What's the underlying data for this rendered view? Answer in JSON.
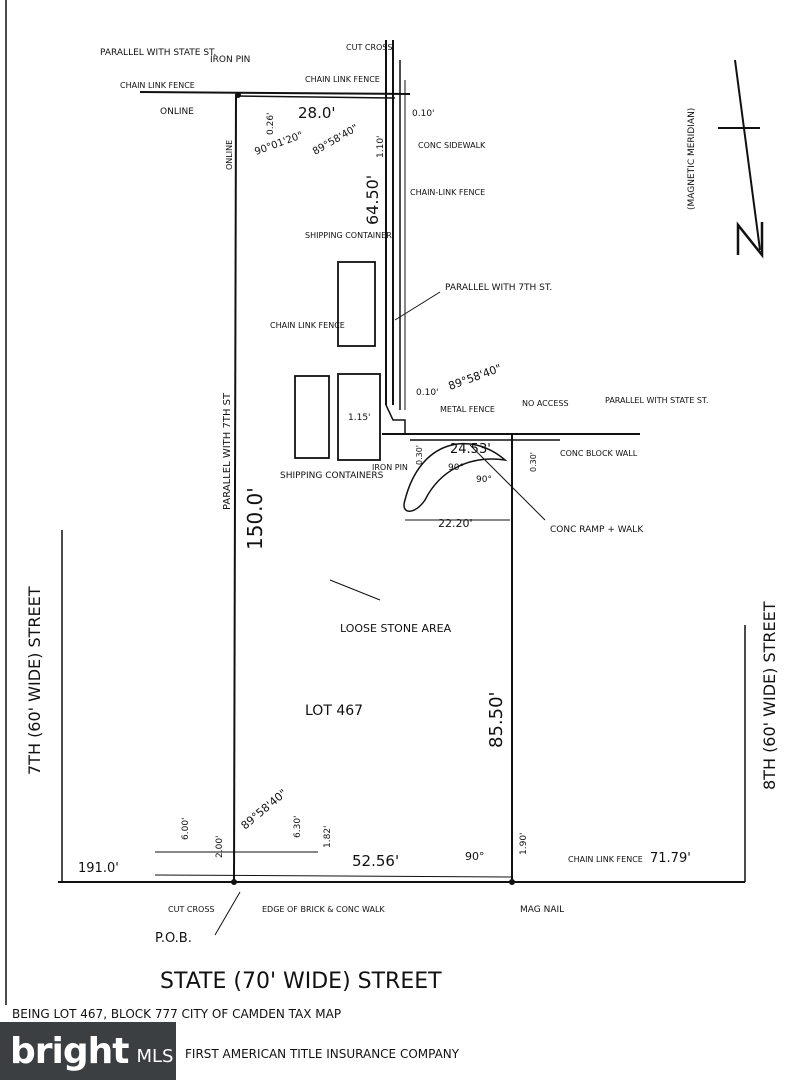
{
  "labels": {
    "parallel_state_top": "PARALLEL WITH STATE ST.",
    "chain_link_fence_top_left": "CHAIN LINK FENCE",
    "iron_pin_top": "IRON PIN",
    "cut_cross_top": "CUT CROSS",
    "chain_link_fence_top_mid": "CHAIN LINK FENCE",
    "online_left": "ONLINE",
    "online_vertical": "ONLINE",
    "dim_0_26": "0.26'",
    "dim_28_0": "28.0'",
    "angle_90_01_20": "90°01'20\"",
    "angle_89_58_40_top": "89°58'40\"",
    "dim_1_10": "1.10'",
    "dim_0_10_top": "0.10'",
    "conc_sidewalk": "CONC SIDEWALK",
    "dim_64_50": "64.50'",
    "chain_link_fence_right": "CHAIN-LINK FENCE",
    "magnetic_meridian": "(MAGNETIC MERIDIAN)",
    "north_symbol": "N",
    "shipping_container_top": "SHIPPING CONTAINER",
    "parallel_with_7th": "PARALLEL WITH 7TH ST.",
    "chain_link_fence_left": "CHAIN LINK FENCE",
    "parallel_with_7th_vertical": "PARALLEL WITH 7TH ST",
    "dim_0_10_mid": "0.10'",
    "angle_89_58_40_mid": "89°58'40\"",
    "dim_1_15": "1.15'",
    "metal_fence": "METAL FENCE",
    "no_access": "NO ACCESS",
    "parallel_with_state_right": "PARALLEL WITH STATE ST.",
    "dim_0_30_left": "0.30'",
    "dim_24_53": "24.53'",
    "dim_0_30_right": "0.30'",
    "conc_block_wall": "CONC BLOCK WALL",
    "angle_90_a": "90°",
    "angle_90_b": "90°",
    "iron_pin_mid": "IRON PIN",
    "shipping_containers": "SHIPPING CONTAINERS",
    "dim_22_20": "22.20'",
    "conc_ramp_walk": "CONC RAMP + WALK",
    "dim_150_0": "150.0'",
    "loose_stone_area": "LOOSE STONE AREA",
    "lot_467": "LOT 467",
    "dim_85_50": "85.50'",
    "street_7th": "7TH (60' WIDE) STREET",
    "street_8th": "8TH (60' WIDE) STREET",
    "dim_6_00": "6.00'",
    "dim_2_00": "2.00'",
    "angle_89_58_40_bottom": "89°58'40\"",
    "dim_6_30": "6.30'",
    "dim_1_82": "1.82'",
    "dim_191_0": "191.0'",
    "dim_52_56": "52.56'",
    "angle_90_bottom": "90°",
    "dim_1_90": "1.90'",
    "chain_link_fence_bottom": "CHAIN LINK FENCE",
    "dim_71_79": "71.79'",
    "cut_cross_bottom": "CUT CROSS",
    "pob": "P.O.B.",
    "edge_of_brick": "EDGE OF BRICK & CONC WALK",
    "mag_nail": "MAG NAIL",
    "state_street": "STATE (70' WIDE) STREET",
    "being_lot": "BEING LOT 467, BLOCK 777 CITY OF CAMDEN TAX MAP",
    "insurance_company": "FIRST AMERICAN TITLE INSURANCE COMPANY"
  },
  "watermark": {
    "brand": "bright",
    "suffix": "MLS"
  },
  "colors": {
    "ink": "#111111",
    "paper": "#ffffff",
    "watermark_bg": "#2b2f33"
  }
}
